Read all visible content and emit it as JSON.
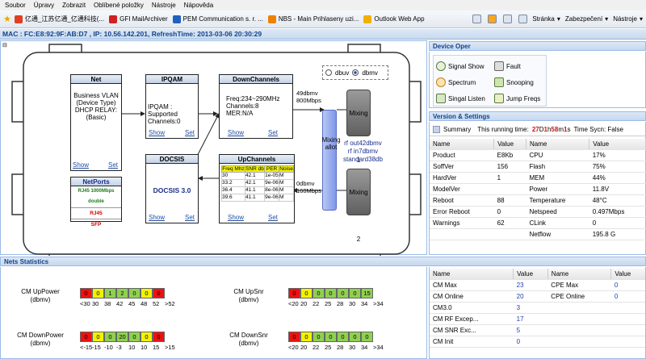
{
  "menu": [
    "Soubor",
    "Úpravy",
    "Zobrazit",
    "Oblíbené položky",
    "Nástroje",
    "Nápověda"
  ],
  "favorites": [
    {
      "label": "亿通_江苏亿通_亿通科技(...",
      "icon_color": "#e04020"
    },
    {
      "label": "GFI MailArchiver",
      "icon_color": "#d02020"
    },
    {
      "label": "PEM Communication s. r. ...",
      "icon_color": "#2060c0"
    },
    {
      "label": "NBS - Main  Prihlaseny uzi...",
      "icon_color": "#f08000"
    },
    {
      "label": "Outlook Web App",
      "icon_color": "#f0b000"
    }
  ],
  "toolbar": {
    "page": "Stránka",
    "security": "Zabezpečení",
    "tools": "Nástroje"
  },
  "infobar": "MAC : FC:E8:92:9F:AB:D7 , IP: 10.56.142.201, RefreshTime: 2013-03-06 20:30:29",
  "diagram": {
    "radio": {
      "opt1": "dbuv",
      "opt2": "dbmv",
      "selected": "dbmv"
    },
    "net": {
      "title": "Net",
      "lines": [
        "Business VLAN",
        "(Device Type)",
        "DHCP RELAY:",
        "(Basic)"
      ],
      "show": "Show",
      "set": "Set"
    },
    "ipqam": {
      "title": "IPQAM",
      "lines": [
        "IPQAM : Supported",
        "Channels:0"
      ],
      "show": "Show",
      "set": "Set"
    },
    "down": {
      "title": "DownChannels",
      "lines": [
        "Freq:234~290MHz",
        "Channels:8",
        "MER:N/A"
      ],
      "show": "Show",
      "set": "Set"
    },
    "docsis": {
      "title": "DOCSIS",
      "body": "DOCSIS 3.0",
      "show": "Show",
      "set": "Set"
    },
    "up": {
      "title": "UpChannels",
      "headers": [
        "Freq Mhz",
        "SNR db",
        "PER",
        "Noise"
      ],
      "rows": [
        [
          "30",
          "42.1",
          "1e-05",
          "M"
        ],
        [
          "33.2",
          "42.1",
          "9e-06",
          "M"
        ],
        [
          "36.4",
          "41.1",
          "8e-06",
          "M"
        ],
        [
          "39.6",
          "41.1",
          "9e-06",
          "M"
        ]
      ],
      "show": "Show",
      "set": "Set"
    },
    "netports": {
      "title": "NetPorts",
      "items": [
        "RJ45 1000Mbps double",
        "RJ45",
        "SFP"
      ]
    },
    "down_rate": [
      "49dbmv",
      "800Mbps"
    ],
    "up_rate": [
      "0dbmv",
      "160Mbps"
    ],
    "mixing1": "Mixing 1",
    "mixing2": "Mixing 2",
    "mixing_allot": "Mixing allot",
    "rf": [
      "rf out42dbmv",
      "rf in7dbmv",
      "standard38db"
    ]
  },
  "device_oper": {
    "title": "Device Oper",
    "buttons": [
      "Signal Show",
      "Fault",
      "Spectrum",
      "Snooping",
      "Singal Listen",
      "Jump Freqs"
    ]
  },
  "version": {
    "title": "Version & Settings",
    "summary_label": "Summary",
    "running_label": "This running time:",
    "running_days": "27",
    "d": "D",
    "running_hours": "1",
    "h": "h",
    "running_mins": "58",
    "m": "m",
    "running_secs": "1",
    "s": "s",
    "sync": "Time Sycn: False",
    "headers": [
      "Name",
      "Value",
      "Name",
      "Value"
    ],
    "rows": [
      [
        "Product",
        "E8Kb",
        "CPU",
        "17%"
      ],
      [
        "SoffVer",
        "156",
        "Flash",
        "75%"
      ],
      [
        "HardVer",
        "1",
        "MEM",
        "44%"
      ],
      [
        "ModelVer",
        "",
        "Power",
        "11.8V"
      ],
      [
        "Reboot",
        "88",
        "Temperature",
        "48°C"
      ],
      [
        "Error Reboot",
        "0",
        "Netspeed",
        "0.497Mbps"
      ],
      [
        "Warnings",
        "62",
        "CLink",
        "0"
      ],
      [
        "",
        "",
        "Netflow",
        "195.8 G"
      ]
    ]
  },
  "nets": {
    "title": "Nets Statistics",
    "up_power": {
      "label1": "CM UpPower",
      "label2": "(dbmv)",
      "values": [
        "0",
        "0",
        "1",
        "2",
        "0",
        "0",
        "0"
      ],
      "colors": [
        "red",
        "yellow",
        "green",
        "green",
        "green",
        "yellow",
        "red"
      ],
      "ticks": [
        "<30",
        "30",
        "38",
        "42",
        "45",
        "48",
        "52",
        ">52"
      ]
    },
    "down_power": {
      "label1": "CM DownPower",
      "label2": "(dbmv)",
      "values": [
        "0",
        "0",
        "0",
        "20",
        "0",
        "0",
        "0"
      ],
      "colors": [
        "red",
        "yellow",
        "green",
        "green",
        "green",
        "yellow",
        "red"
      ],
      "ticks": [
        "<-15",
        "-15",
        "-10",
        "-3",
        "10",
        "10",
        "15",
        ">15"
      ]
    },
    "up_snr": {
      "label1": "CM UpSnr",
      "label2": "(dbmv)",
      "values": [
        "0",
        "0",
        "0",
        "0",
        "0",
        "0",
        "15"
      ],
      "colors": [
        "red",
        "yellow",
        "green",
        "green",
        "green",
        "green",
        "green"
      ],
      "ticks": [
        "<20",
        "20",
        "22",
        "25",
        "28",
        "30",
        "34",
        ">34"
      ]
    },
    "down_snr": {
      "label1": "CM DownSnr",
      "label2": "(dbmv)",
      "values": [
        "0",
        "0",
        "0",
        "0",
        "0",
        "0",
        "0"
      ],
      "colors": [
        "red",
        "yellow",
        "green",
        "green",
        "green",
        "green",
        "green"
      ],
      "ticks": [
        "<20",
        "20",
        "22",
        "25",
        "28",
        "30",
        "34",
        ">34"
      ]
    },
    "headers": [
      "Name",
      "Value",
      "Name",
      "Value"
    ],
    "rows": [
      [
        "CM Max",
        "23",
        "CPE Max",
        "0"
      ],
      [
        "CM Online",
        "20",
        "CPE Online",
        "0"
      ],
      [
        "CM3.0",
        "3",
        "",
        ""
      ],
      [
        "CM RF Excep...",
        "17",
        "",
        ""
      ],
      [
        "CM SNR Exc...",
        "5",
        "",
        ""
      ],
      [
        "CM Init",
        "0",
        "",
        ""
      ]
    ]
  },
  "colors": {
    "red": "#ee1111",
    "yellow": "#f2f200",
    "green": "#8fd14f",
    "accent": "#15428b"
  }
}
